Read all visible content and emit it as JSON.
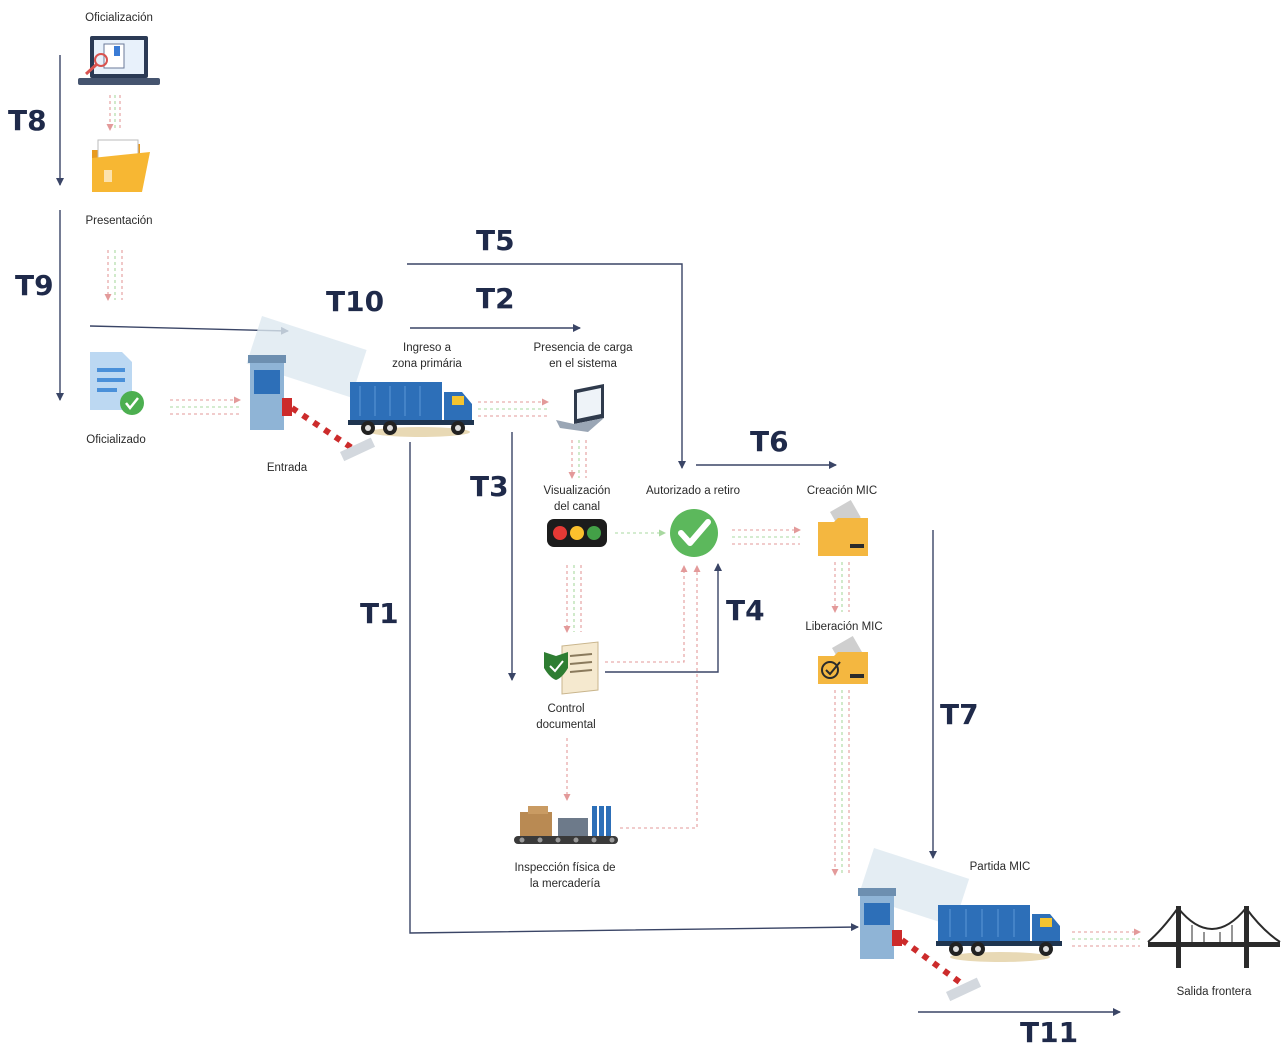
{
  "nodes": {
    "oficializacion": "Oficialización",
    "presentacion": "Presentación",
    "oficializado": "Oficializado",
    "entrada": "Entrada",
    "ingreso_line1": "Ingreso a",
    "ingreso_line2": "zona primária",
    "presencia_line1": "Presencia de carga",
    "presencia_line2": "en el sistema",
    "visualizacion_line1": "Visualización",
    "visualizacion_line2": "del canal",
    "autorizado": "Autorizado a retiro",
    "creacion_mic": "Creación MIC",
    "liberacion_mic": "Liberación MIC",
    "control_line1": "Control",
    "control_line2": "documental",
    "inspeccion_line1": "Inspección física de",
    "inspeccion_line2": "la mercadería",
    "partida_mic": "Partida MIC",
    "salida_frontera": "Salida frontera"
  },
  "time_labels": {
    "t1": "T1",
    "t2": "T2",
    "t3": "T3",
    "t4": "T4",
    "t5": "T5",
    "t6": "T6",
    "t7": "T7",
    "t8": "T8",
    "t9": "T9",
    "t10": "T10",
    "t11": "T11"
  },
  "colors": {
    "arrow": "#3a4566",
    "flow_red": "#e39a9a",
    "flow_green": "#a8d8a0",
    "folder": "#f4b740",
    "truck_blue": "#2d6fb8",
    "check_green": "#4caf50"
  },
  "icons": {
    "oficializacion": "laptop-document-icon",
    "presentacion": "folder-icon",
    "oficializado": "approved-document-icon",
    "entrada": "toll-booth-barrier-icon",
    "ingreso": "truck-icon",
    "presencia": "laptop-icon",
    "visualizacion": "traffic-light-icon",
    "autorizado": "check-circle-icon",
    "creacion_mic": "folder-icon",
    "liberacion_mic": "folder-check-icon",
    "control_documental": "document-shield-icon",
    "inspeccion": "conveyor-boxes-icon",
    "partida_mic": "toll-booth-truck-icon",
    "salida_frontera": "bridge-icon"
  }
}
